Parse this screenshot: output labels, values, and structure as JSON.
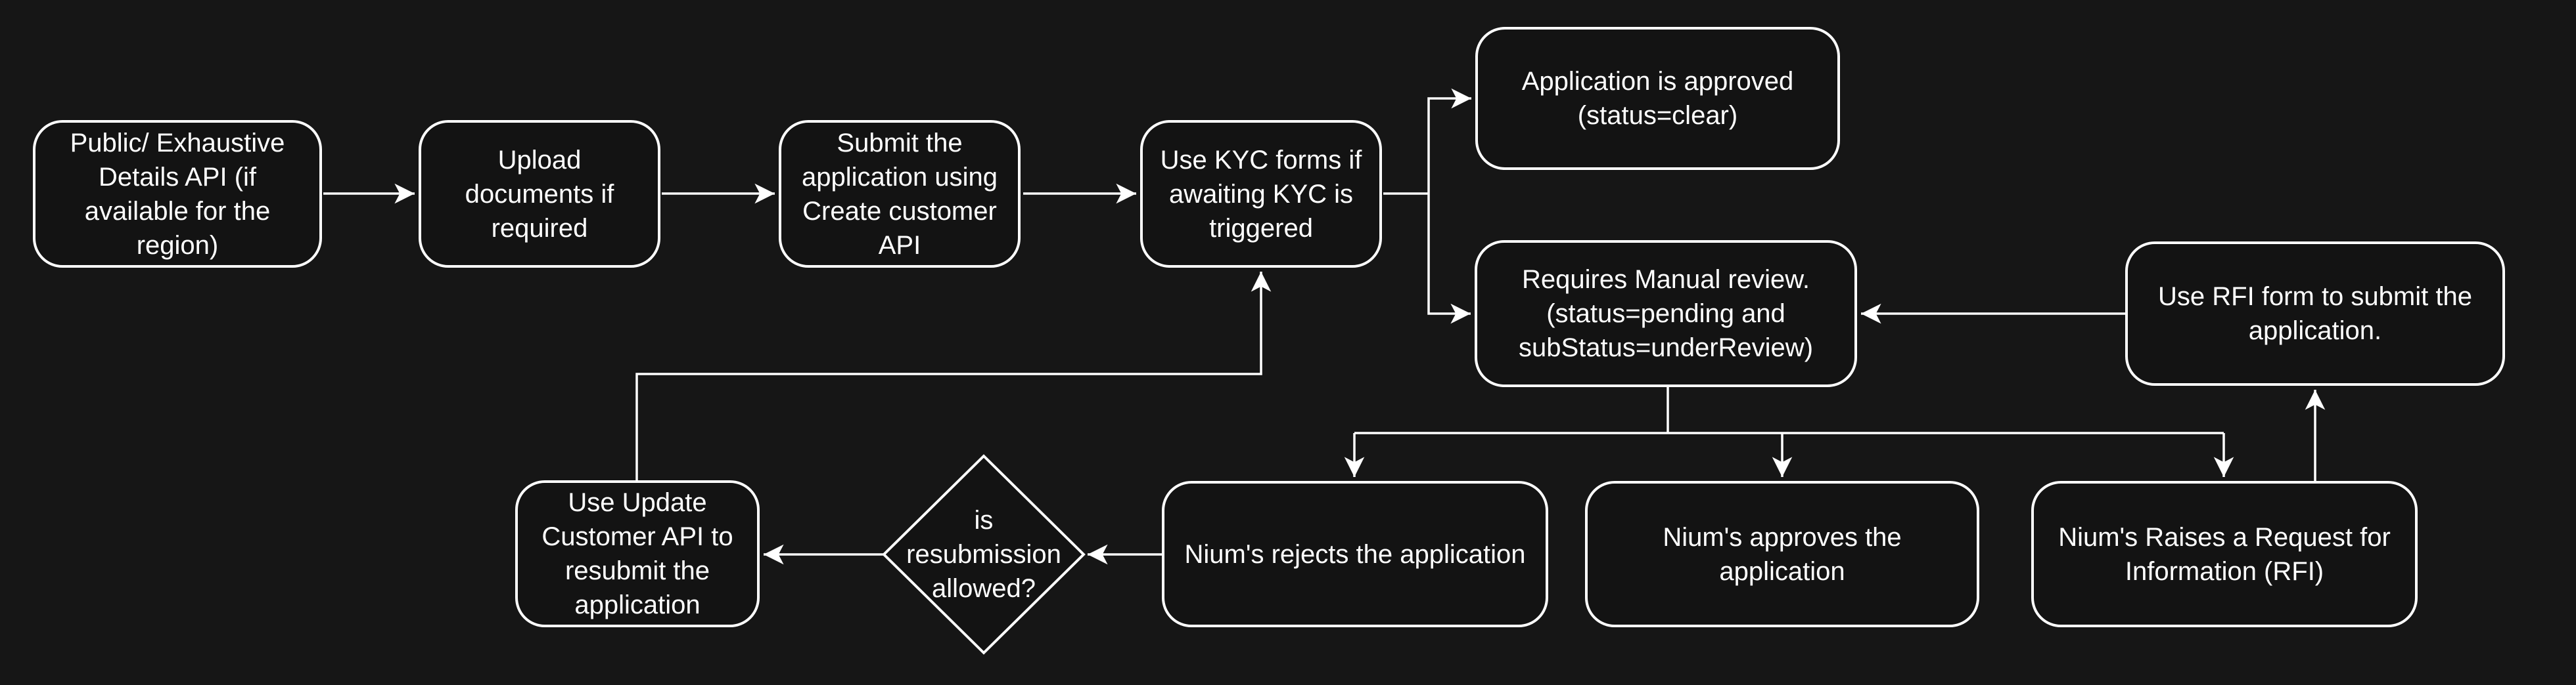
{
  "colors": {
    "background": "#161616",
    "node_fill": "#131313",
    "stroke": "#ffffff",
    "text": "#ffffff"
  },
  "diagram": {
    "type": "flowchart",
    "title": "Customer onboarding / KYC application flow",
    "nodes": [
      {
        "id": "public-api",
        "shape": "rounded-rect",
        "label": "Public/ Exhaustive\nDetails API (if\navailable for the\nregion)"
      },
      {
        "id": "upload-docs",
        "shape": "rounded-rect",
        "label": "Upload\ndocuments if\nrequired"
      },
      {
        "id": "submit-application",
        "shape": "rounded-rect",
        "label": "Submit the\napplication using\nCreate customer\nAPI"
      },
      {
        "id": "kyc-forms",
        "shape": "rounded-rect",
        "label": "Use KYC forms if\nawaiting KYC is\ntriggered"
      },
      {
        "id": "application-approved",
        "shape": "rounded-rect",
        "label": "Application is approved\n(status=clear)"
      },
      {
        "id": "manual-review",
        "shape": "rounded-rect",
        "label": "Requires Manual review.\n(status=pending and\nsubStatus=underReview)"
      },
      {
        "id": "rfi-form",
        "shape": "rounded-rect",
        "label": "Use RFI form to submit the\napplication."
      },
      {
        "id": "nium-rejects",
        "shape": "rounded-rect",
        "label": "Nium's rejects the application"
      },
      {
        "id": "nium-approves",
        "shape": "rounded-rect",
        "label": "Nium's approves the\napplication"
      },
      {
        "id": "nium-raises-rfi",
        "shape": "rounded-rect",
        "label": "Nium's Raises a Request for\nInformation (RFI)"
      },
      {
        "id": "update-customer",
        "shape": "rounded-rect",
        "label": "Use Update\nCustomer API to\nresubmit the\napplication"
      },
      {
        "id": "resubmission-decision",
        "shape": "diamond",
        "label": "is\nresubmission\nallowed?"
      }
    ],
    "edges": [
      {
        "from": "public-api",
        "to": "upload-docs"
      },
      {
        "from": "upload-docs",
        "to": "submit-application"
      },
      {
        "from": "submit-application",
        "to": "kyc-forms"
      },
      {
        "from": "kyc-forms",
        "to": "application-approved"
      },
      {
        "from": "kyc-forms",
        "to": "manual-review"
      },
      {
        "from": "rfi-form",
        "to": "manual-review"
      },
      {
        "from": "manual-review",
        "to": "nium-rejects"
      },
      {
        "from": "manual-review",
        "to": "nium-approves"
      },
      {
        "from": "manual-review",
        "to": "nium-raises-rfi"
      },
      {
        "from": "nium-raises-rfi",
        "to": "rfi-form"
      },
      {
        "from": "nium-rejects",
        "to": "resubmission-decision"
      },
      {
        "from": "resubmission-decision",
        "to": "update-customer"
      },
      {
        "from": "update-customer",
        "to": "kyc-forms"
      }
    ]
  }
}
